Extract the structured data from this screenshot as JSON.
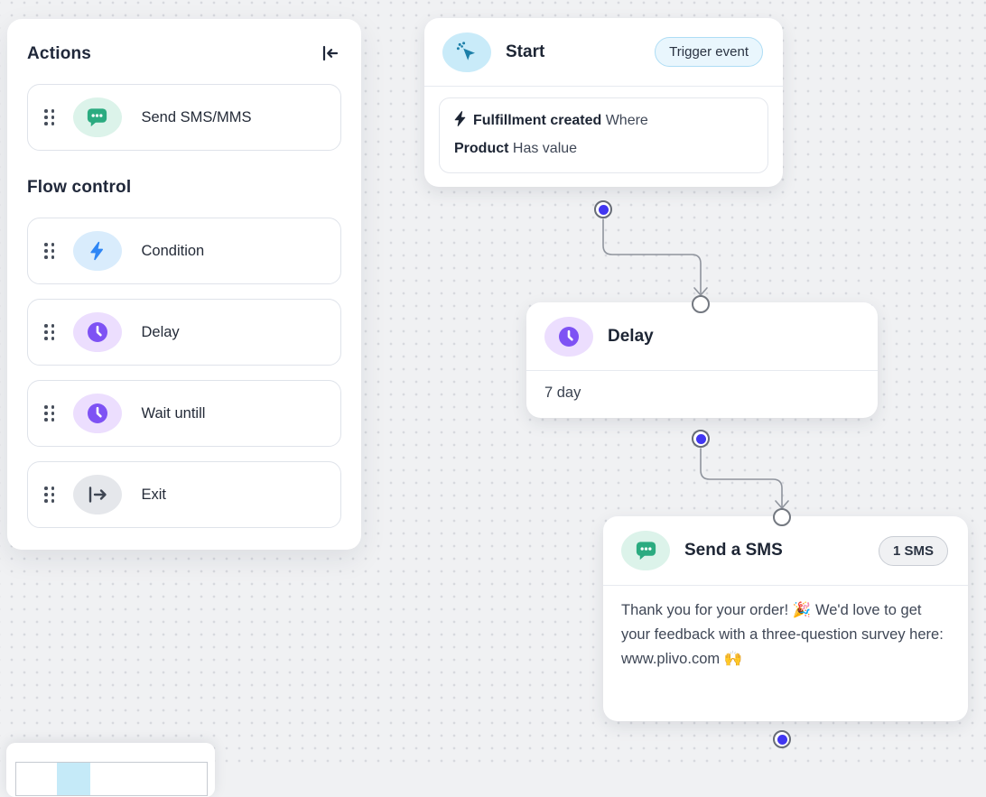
{
  "sidebar": {
    "title": "Actions",
    "flow_control_title": "Flow control",
    "items": [
      {
        "label": "Send SMS/MMS",
        "icon": "sms-chat-icon"
      },
      {
        "label": "Condition",
        "icon": "condition-bolt-icon"
      },
      {
        "label": "Delay",
        "icon": "delay-clock-icon"
      },
      {
        "label": "Wait untill",
        "icon": "wait-until-clock-icon"
      },
      {
        "label": "Exit",
        "icon": "exit-icon"
      }
    ]
  },
  "nodes": {
    "start": {
      "title": "Start",
      "badge": "Trigger event",
      "trigger": {
        "event": "Fulfillment created",
        "where": "Where",
        "field": "Product",
        "condition": "Has value"
      }
    },
    "delay": {
      "title": "Delay",
      "value": "7 day"
    },
    "sms": {
      "title": "Send a SMS",
      "badge": "1 SMS",
      "message": "Thank you for your order! 🎉 We'd love to get your feedback with a three-question survey here: www.plivo.com 🙌"
    }
  },
  "colors": {
    "canvas_bg": "#f0f1f3",
    "grid_dot": "#d7d9de",
    "card_bg": "#ffffff",
    "text_primary": "#1d2534",
    "text_secondary": "#3f4756",
    "port_accent": "#4136f1",
    "edge": "#8f949d",
    "start_icon_bg": "#c9ebf9",
    "start_icon_fg": "#1c7fa8",
    "sms_icon_bg": "#dcf3ea",
    "sms_icon_fg": "#2bab80",
    "condition_icon_bg": "#d9ecfc",
    "condition_icon_fg": "#2e86f5",
    "delay_icon_bg": "#ecdefe",
    "delay_icon_fg": "#7e52f4",
    "exit_icon_bg": "#e5e7eb",
    "exit_icon_fg": "#3f4653",
    "trigger_badge_bg": "#e9f6fd",
    "trigger_badge_border": "#aeddf5",
    "count_badge_bg": "#f0f1f3",
    "count_badge_border": "#c9cdd4"
  }
}
